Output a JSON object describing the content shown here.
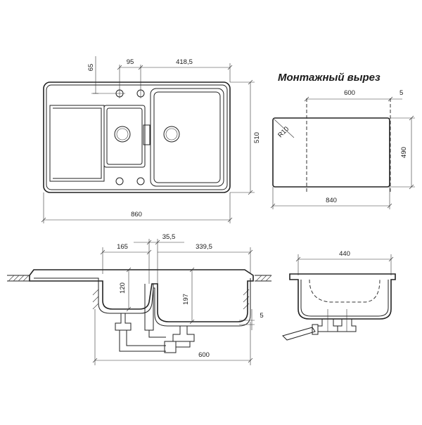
{
  "cutout": {
    "title": "Монтажный вырез",
    "width": "600",
    "offset": "5",
    "height": "490",
    "length": "840",
    "radius": "R10"
  },
  "top_view": {
    "dim_tap_offset": "65",
    "dim_hole_spacing": "95",
    "dim_right_bowl": "418,5",
    "dim_depth": "510",
    "dim_length": "860"
  },
  "section_view": {
    "dim_small_bowl": "165",
    "dim_divider": "35,5",
    "dim_large_bowl": "339,5",
    "dim_small_depth": "120",
    "dim_large_depth": "197",
    "dim_rim": "5",
    "dim_total": "600"
  },
  "side_view": {
    "dim_width": "440"
  }
}
